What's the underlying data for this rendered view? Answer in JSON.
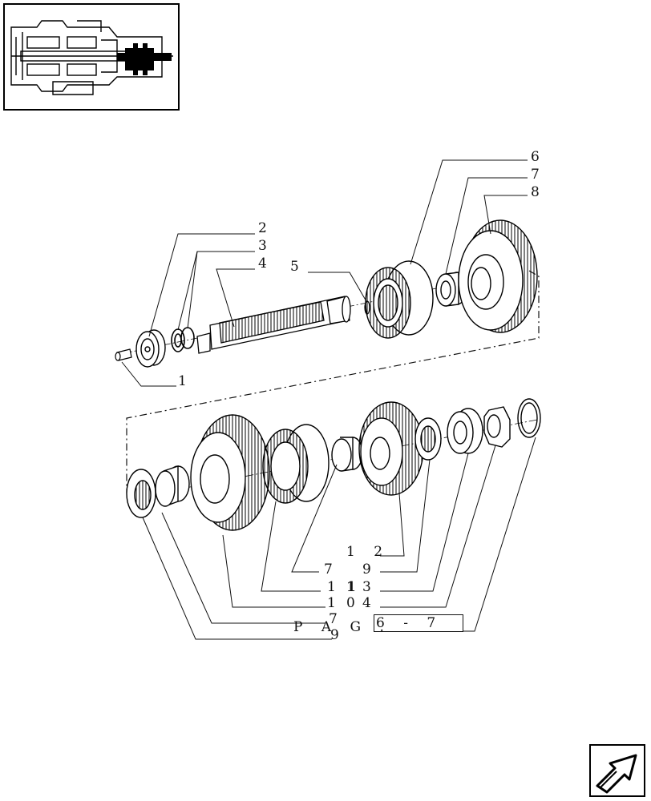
{
  "thumbnail": {
    "icon": "transmission-section-thumbnail"
  },
  "upper_callouts": {
    "c1": "1",
    "c2": "2",
    "c3": "3",
    "c4": "4",
    "c5": "5",
    "c6": "6",
    "c7": "7",
    "c8": "8"
  },
  "lower_callouts": {
    "r1": "1 2",
    "r2a": "7",
    "r2b": "9",
    "r3a": "1",
    "r3b": "1",
    "r3c": "3",
    "r4a": "1",
    "r4b": "0",
    "r4c": "4",
    "r5a": "7",
    "r6a": "9"
  },
  "page_ref": {
    "prefix": "P A G .",
    "value": "6 - 7"
  },
  "nav_button": {
    "icon": "next-page-arrow-icon"
  }
}
